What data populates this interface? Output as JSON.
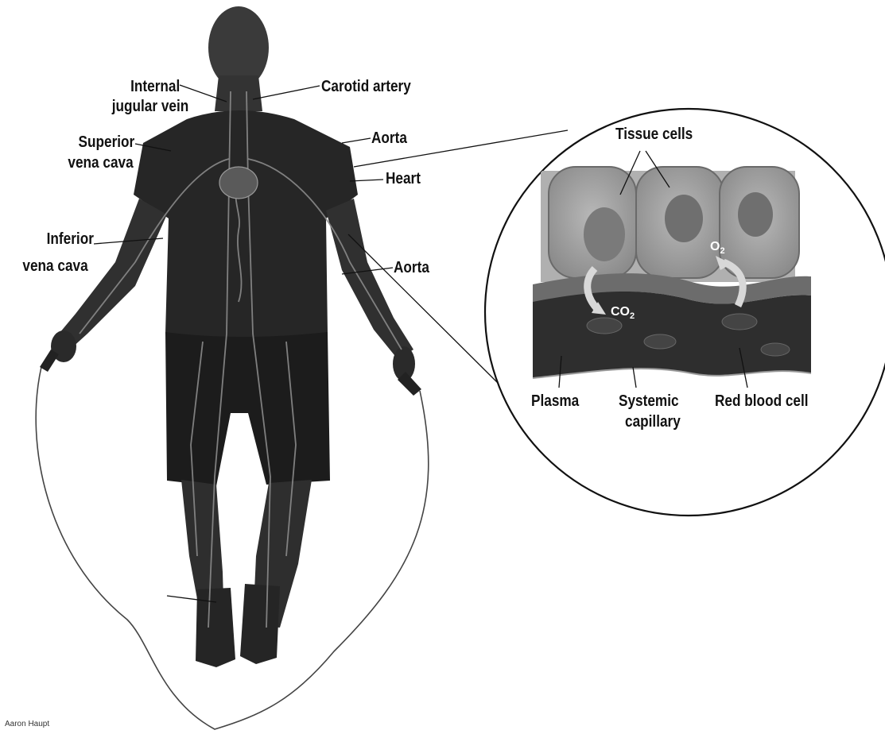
{
  "labels": {
    "internal_jugular_vein_1": "Internal",
    "internal_jugular_vein_2": "jugular vein",
    "carotid_artery": "Carotid artery",
    "superior_vena_cava_1": "Superior",
    "superior_vena_cava_2": "vena cava",
    "aorta_upper": "Aorta",
    "heart": "Heart",
    "inferior_vena_cava_1": "Inferior",
    "inferior_vena_cava_2": "vena cava",
    "aorta_lower": "Aorta",
    "tissue_cells": "Tissue cells",
    "plasma": "Plasma",
    "systemic_capillary_1": "Systemic",
    "systemic_capillary_2": "capillary",
    "red_blood_cell": "Red blood cell",
    "o2_base": "O",
    "o2_sub": "2",
    "co2_base": "CO",
    "co2_sub": "2"
  },
  "credit": "Aaron Haupt",
  "colors": {
    "figure": "#2b2b2b",
    "figure_dark": "#1a1a1a",
    "vessel": "#8a8a8a",
    "cells": "#9a9a9a",
    "capillary": "#2e2e2e",
    "line": "#111111"
  }
}
